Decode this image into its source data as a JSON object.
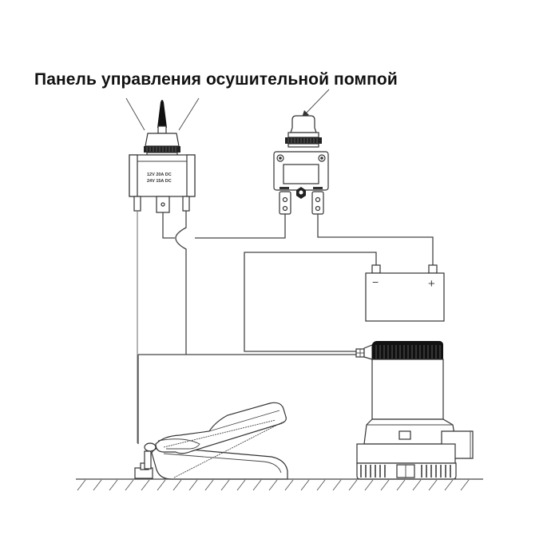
{
  "title": "Панель управления осушительной помпой",
  "switch": {
    "label_line1": "12V  20A  DC",
    "label_line2": "24V  15A  DC"
  },
  "battery": {
    "negative_symbol": "−",
    "positive_symbol": "+"
  },
  "components": [
    "toggle-switch",
    "circuit-breaker",
    "battery",
    "float-switch",
    "bilge-pump"
  ],
  "colors": {
    "line": "#444444",
    "text": "#111111",
    "background": "#ffffff"
  }
}
